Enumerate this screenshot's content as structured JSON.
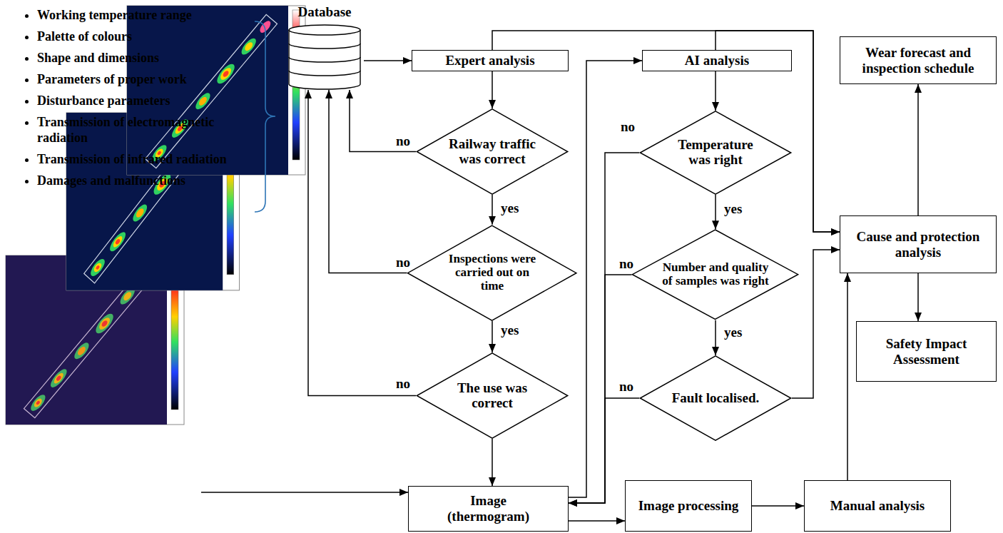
{
  "diagram": {
    "nodes": [
      {
        "text": [
          "Database"
        ]
      },
      {
        "text": [
          "Expert analysis"
        ]
      },
      {
        "text": [
          "AI analysis"
        ]
      },
      {
        "text": [
          "Railway traffic was correct"
        ]
      },
      {
        "text": [
          "Temperature was right"
        ]
      },
      {
        "text": [
          "Wear forecast and inspection schedule"
        ]
      },
      {
        "text": [
          "Cause and protection analysis"
        ]
      },
      {
        "text": [
          "Inspections were carried out on time"
        ]
      },
      {
        "text": [
          "Number and quality of samples was right"
        ]
      },
      {
        "text": [
          "Safety Impact Assessment"
        ]
      },
      {
        "text": [
          "The use was correct"
        ]
      },
      {
        "text": [
          "Fault localised."
        ]
      },
      {
        "text": [
          "Image (thermogram)"
        ]
      },
      {
        "text": [
          "Image processing"
        ]
      },
      {
        "text": [
          "Manual analysis"
        ]
      }
    ],
    "edges": [
      {
        "from": 0,
        "to": 1,
        "arrow": "to"
      },
      {
        "from": 1,
        "to": 3,
        "arrow": "to"
      },
      {
        "from": 3,
        "to": 0,
        "label": "no",
        "arrow": "to"
      },
      {
        "from": 3,
        "to": 7,
        "label": "yes",
        "arrow": "to"
      },
      {
        "from": 7,
        "to": 0,
        "label": "no",
        "arrow": "to"
      },
      {
        "from": 7,
        "to": 10,
        "label": "yes",
        "arrow": "to"
      },
      {
        "from": 10,
        "to": 0,
        "label": "no",
        "arrow": "to"
      },
      {
        "from": 10,
        "to": 12,
        "arrow": "to"
      },
      {
        "from": 12,
        "to": 2,
        "arrow": "to"
      },
      {
        "from": 2,
        "to": 4,
        "arrow": "to"
      },
      {
        "from": 4,
        "to": 12,
        "label": "no",
        "arrow": "to"
      },
      {
        "from": 4,
        "to": 8,
        "label": "yes",
        "arrow": "to"
      },
      {
        "from": 8,
        "to": 12,
        "label": "no",
        "arrow": "to"
      },
      {
        "from": 8,
        "to": 11,
        "label": "yes",
        "arrow": "to"
      },
      {
        "from": 11,
        "to": 12,
        "label": "no",
        "arrow": "to"
      },
      {
        "from": 11,
        "to": 6,
        "arrow": "to"
      },
      {
        "from": 1,
        "to": 6,
        "arrow": "to"
      },
      {
        "from": 2,
        "to": 6,
        "arrow": "to"
      },
      {
        "from": 12,
        "to": 13,
        "arrow": "to"
      },
      {
        "from": 13,
        "to": 14,
        "arrow": "to"
      },
      {
        "from": 14,
        "to": 6,
        "arrow": "to"
      },
      {
        "from": 6,
        "to": 5,
        "arrow": "to"
      },
      {
        "from": 6,
        "to": 9,
        "arrow": "to"
      }
    ],
    "labels": [
      "Working temperature range",
      "Palette of colours",
      "Shape and dimensions",
      "Parameters of proper work",
      "Disturbance parameters",
      "Transmission of electromagnetic radiation",
      "Transmission of infrared radiation",
      "Damages and malfunctions"
    ]
  }
}
